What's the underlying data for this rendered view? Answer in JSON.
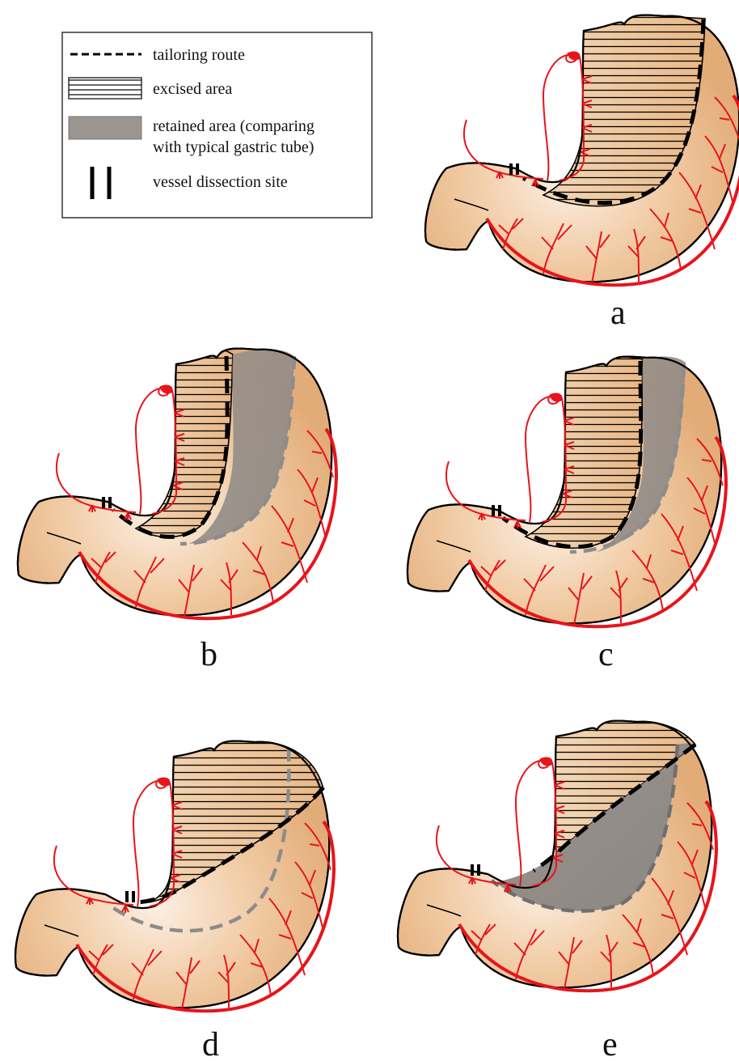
{
  "legend": {
    "items": [
      {
        "key": "tailoring",
        "lines": [
          "tailoring route"
        ]
      },
      {
        "key": "excised",
        "lines": [
          "excised area"
        ]
      },
      {
        "key": "retained",
        "lines": [
          "retained area (comparing",
          "with typical gastric tube)"
        ]
      },
      {
        "key": "dissection",
        "lines": [
          "vessel dissection site"
        ]
      }
    ]
  },
  "panels": [
    {
      "label": "a",
      "variant": "a"
    },
    {
      "label": "b",
      "variant": "b"
    },
    {
      "label": "c",
      "variant": "c"
    },
    {
      "label": "d",
      "variant": "d"
    },
    {
      "label": "e",
      "variant": "e"
    }
  ],
  "colors": {
    "stomach": "#e9b887",
    "stomach_light": "#fbeee0",
    "stomach_edge": "#c48a58",
    "vessel": "#e8141b",
    "outline": "#000000",
    "retained": "#8f8a86",
    "tailoring_line": "#000000",
    "retained_line": "#8c8c8c"
  }
}
